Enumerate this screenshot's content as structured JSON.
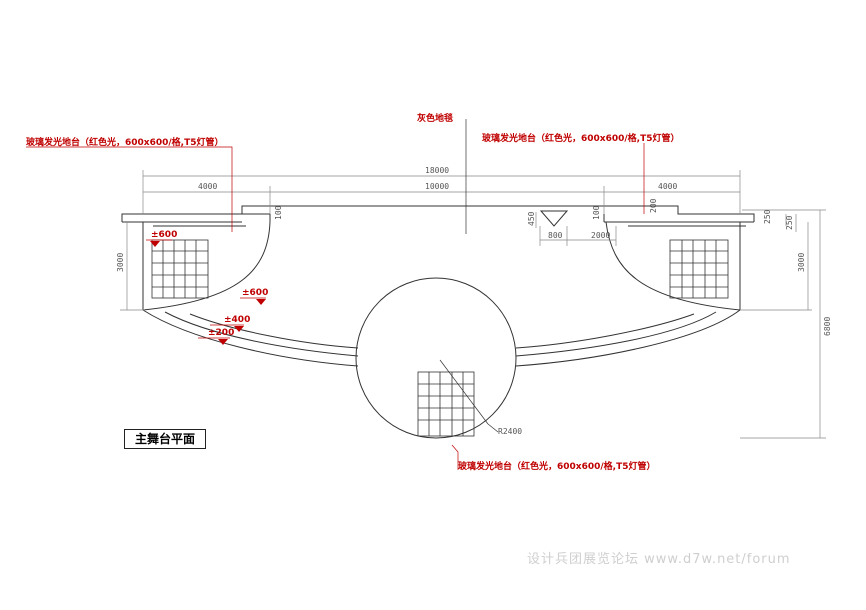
{
  "labels": {
    "carpet": "灰色地毯",
    "glass_left": "玻璃发光地台（红色光，600x600/格,T5灯管）",
    "glass_right": "玻璃发光地台（红色光，600x600/格,T5灯管）",
    "glass_bottom": "玻璃发光地台（红色光，600x600/格,T5灯管）",
    "title": "主舞台平面",
    "watermark": "设计兵团展览论坛 www.d7w.net/forum"
  },
  "dimensions": {
    "total_width": "18000",
    "left_width": "4000",
    "center_width": "10000",
    "right_width": "4000",
    "left_depth": "3000",
    "right_depth": "3000",
    "overall_depth": "6800",
    "radius": "R2400",
    "step_100_left": "100",
    "step_100_right": "100",
    "step_200": "200",
    "step_250": "250",
    "step_250b": "250",
    "dim_450": "450",
    "dim_800": "800",
    "dim_2000": "2000"
  },
  "levels": {
    "left_top": "±600",
    "arc_600": "±600",
    "arc_400": "±400",
    "arc_200": "±200"
  },
  "colors": {
    "lines": "#333333",
    "dim_lines": "#888888",
    "leader_red": "#c00000"
  }
}
